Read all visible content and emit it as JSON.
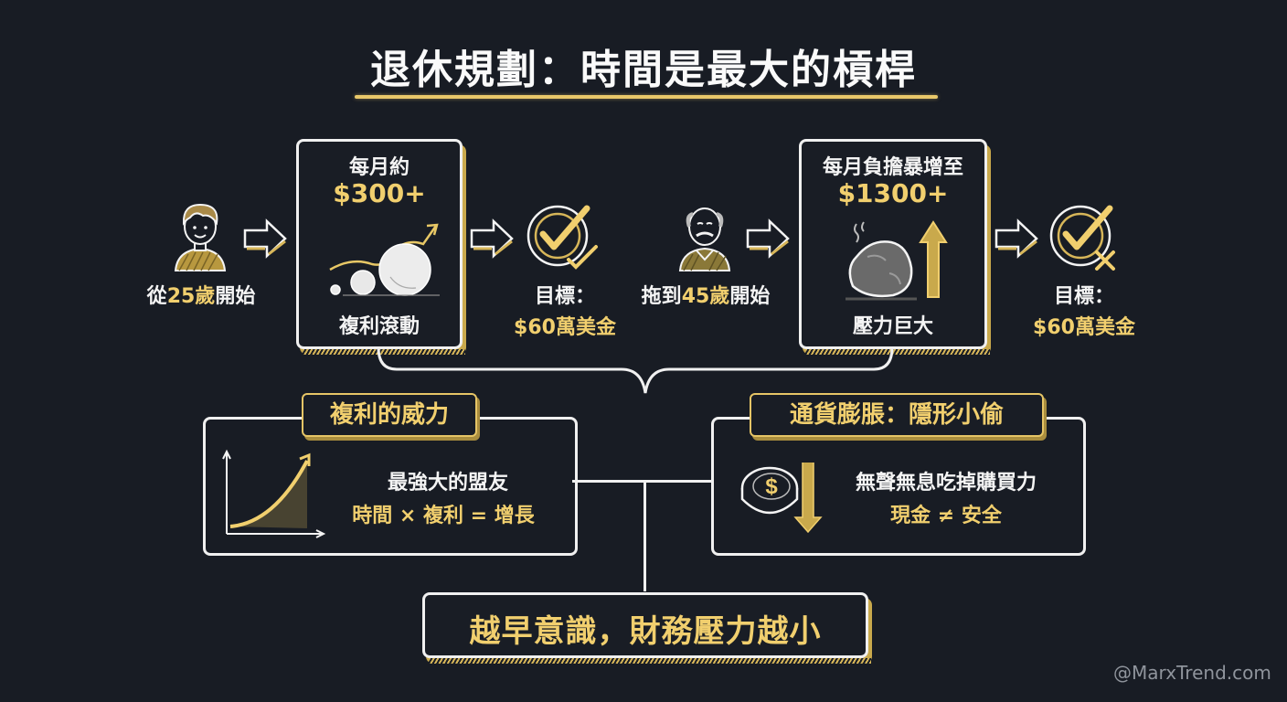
{
  "title": "退休規劃：時間是最大的槓桿",
  "colors": {
    "background": "#181c24",
    "accent_gold": "#f1cf6e",
    "text_white": "#f4f4f4"
  },
  "early_path": {
    "person_label_prefix": "從",
    "person_label_age": "25歲",
    "person_label_suffix": "開始",
    "person_icon": "young-person-icon",
    "box_heading": "每月約",
    "box_amount": "$300+",
    "box_icon": "snowballs-growth-icon",
    "box_caption": "複利滾動",
    "goal_label": "目標：",
    "goal_amount": "$60萬美金",
    "goal_icon": "double-check-icon"
  },
  "late_path": {
    "person_label_prefix": "拖到",
    "person_label_age": "45歲",
    "person_label_suffix": "開始",
    "person_icon": "old-person-icon",
    "box_heading": "每月負擔暴增至",
    "box_amount": "$1300+",
    "box_icon": "heavy-rock-up-arrow-icon",
    "box_caption": "壓力巨大",
    "goal_label": "目標：",
    "goal_amount": "$60萬美金",
    "goal_icon": "check-with-cross-icon"
  },
  "compound_panel": {
    "tag": "複利的威力",
    "line1": "最強大的盟友",
    "line2": "時間 × 複利 = 增長",
    "icon": "exponential-growth-chart-icon"
  },
  "inflation_panel": {
    "tag": "通貨膨脹：隱形小偷",
    "line1": "無聲無息吃掉購買力",
    "line2": "現金 ≠ 安全",
    "icon": "coin-down-arrow-icon"
  },
  "conclusion": "越早意識，財務壓力越小",
  "watermark": "@MarxTrend.com"
}
